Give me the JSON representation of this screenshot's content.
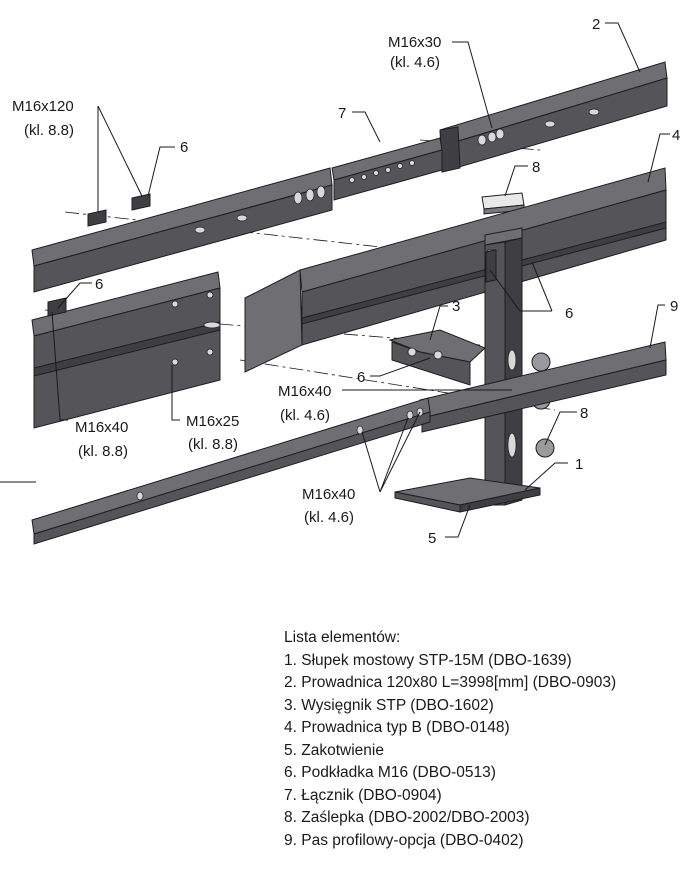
{
  "callouts": {
    "c1": "1",
    "c2": "2",
    "c3": "3",
    "c4": "4",
    "c5": "5",
    "c6a": "6",
    "c6b": "6",
    "c6c": "6",
    "c6d": "6",
    "c7": "7",
    "c8a": "8",
    "c8b": "8",
    "c9": "9"
  },
  "fasteners": {
    "m16x30": {
      "size": "M16x30",
      "grade": "(kl. 4.6)"
    },
    "m16x120": {
      "size": "M16x120",
      "grade": "(kl. 8.8)"
    },
    "m16x40_a": {
      "size": "M16x40",
      "grade": "(kl. 8.8)"
    },
    "m16x25": {
      "size": "M16x25",
      "grade": "(kl. 8.8)"
    },
    "m16x40_b": {
      "size": "M16x40",
      "grade": "(kl. 4.6)"
    },
    "m16x40_c": {
      "size": "M16x40",
      "grade": "(kl. 4.6)"
    }
  },
  "parts_list": {
    "heading": "Lista elementów:",
    "items": [
      "1. Słupek mostowy STP-15M (DBO-1639)",
      "2. Prowadnica 120x80 L=3998[mm] (DBO-0903)",
      "3. Wysięgnik STP (DBO-1602)",
      "4. Prowadnica typ B (DBO-0148)",
      "5. Zakotwienie",
      "6. Podkładka M16 (DBO-0513)",
      "7. Łącznik (DBO-0904)",
      "8. Zaślepka (DBO-2002/DBO-2003)",
      "9. Pas profilowy-opcja (DBO-0402)"
    ]
  },
  "colors": {
    "steel_light": "#6f6f73",
    "steel_mid": "#555559",
    "steel_dark": "#3f3f43",
    "line": "#1a1a1a"
  }
}
